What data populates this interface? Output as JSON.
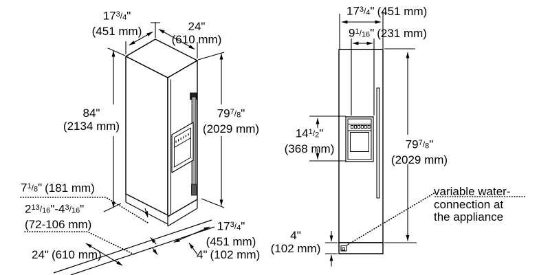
{
  "colors": {
    "ink": "#000000",
    "background": "#ffffff",
    "handle_gray": "#a8a8a8"
  },
  "glyphs": {
    "frac_slash": "/"
  },
  "iso": {
    "width_top": {
      "whole": "17",
      "num": "3",
      "den": "4",
      "unit": "\"",
      "metric": "(451 mm)"
    },
    "depth_top": {
      "value": "24\"",
      "metric": "(610 mm)"
    },
    "height_outer": {
      "value": "84\"",
      "metric": "(2134 mm)"
    },
    "height_unit": {
      "whole": "79",
      "num": "7",
      "den": "8",
      "unit": "\"",
      "metric": "(2029 mm)"
    },
    "toe_height": {
      "whole": "7",
      "num": "1",
      "den": "8",
      "unit": "\"",
      "metric": "(181 mm)"
    },
    "toe_range": {
      "w1": "2",
      "n1": "13",
      "d1": "16",
      "sep": "\"-",
      "w2": "4",
      "n2": "3",
      "d2": "16",
      "unit": "\"",
      "metric": "(72-106 mm)"
    },
    "depth_bottom": {
      "value": "24\"",
      "metric": "(610 mm)"
    },
    "width_bottom": {
      "whole": "17",
      "num": "3",
      "den": "4",
      "unit": "\"",
      "metric": "(451 mm)"
    },
    "clearance_bottom": {
      "value": "4\"",
      "metric": "(102 mm)"
    }
  },
  "front": {
    "width_top": {
      "whole": "17",
      "num": "3",
      "den": "4",
      "unit": "\"",
      "metric": "(451 mm)"
    },
    "dispenser_width": {
      "whole": "9",
      "num": "1",
      "den": "16",
      "unit": "\"",
      "metric": "(231 mm)"
    },
    "dispenser_height": {
      "whole": "14",
      "num": "1",
      "den": "2",
      "unit": "\"",
      "metric": "(368 mm)"
    },
    "height_unit": {
      "whole": "79",
      "num": "7",
      "den": "8",
      "unit": "\"",
      "metric": "(2029 mm)"
    },
    "base_height": {
      "value": "4\"",
      "metric": "(102 mm)"
    },
    "note_line1": "variable water-",
    "note_line2": "connection at",
    "note_line3": "the appliance"
  }
}
